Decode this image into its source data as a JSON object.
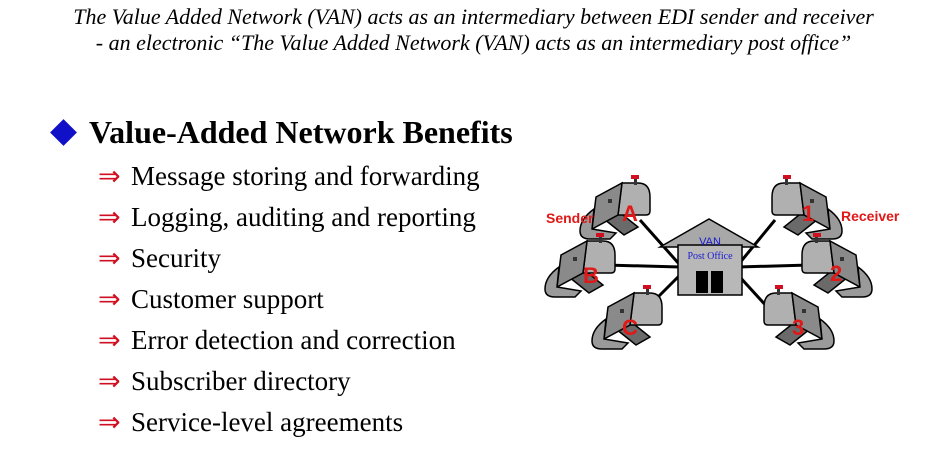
{
  "intro": {
    "line1": "The Value Added Network (VAN) acts as an intermediary between EDI sender and receiver",
    "line2": "- an electronic “The Value Added Network (VAN) acts as an intermediary post office”"
  },
  "heading": "Value-Added Network Benefits",
  "benefit_arrow": "⇒",
  "benefits": [
    "Message storing and forwarding",
    "Logging, auditing and reporting",
    "Security",
    "Customer support",
    "Error detection and correction",
    "Subscriber directory",
    "Service-level agreements"
  ],
  "diagram": {
    "sender_label": "Sender",
    "receiver_label": "Receiver",
    "hub_line1": "VAN",
    "hub_line2": "Post Office",
    "senders": [
      "A",
      "B",
      "C"
    ],
    "receivers": [
      "1",
      "2",
      "3"
    ],
    "colors": {
      "mailbox": "#8a8a8a",
      "hub_text": "#1a1ad0",
      "label_red": "#e01818",
      "bullet": "#1010c8",
      "arrow": "#d01020"
    }
  }
}
